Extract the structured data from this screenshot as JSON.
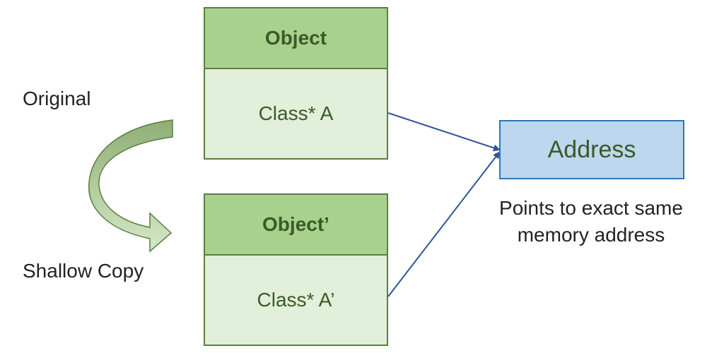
{
  "labels": {
    "original": "Original",
    "shallow_copy": "Shallow Copy"
  },
  "original_object": {
    "title": "Object",
    "field": "Class* A"
  },
  "copied_object": {
    "title": "Object’",
    "field": "Class* A’"
  },
  "address": {
    "label": "Address",
    "caption_line1": "Points to exact same",
    "caption_line2": "memory address"
  },
  "colors": {
    "header_fill": "#a9d18e",
    "body_fill": "#e2efda",
    "box_border": "#5a7f3e",
    "address_fill": "#bdd7ee",
    "address_border": "#2e75b6",
    "pointer_arrow": "#2f5597",
    "curved_arrow_fill": "#c5e0b4"
  }
}
